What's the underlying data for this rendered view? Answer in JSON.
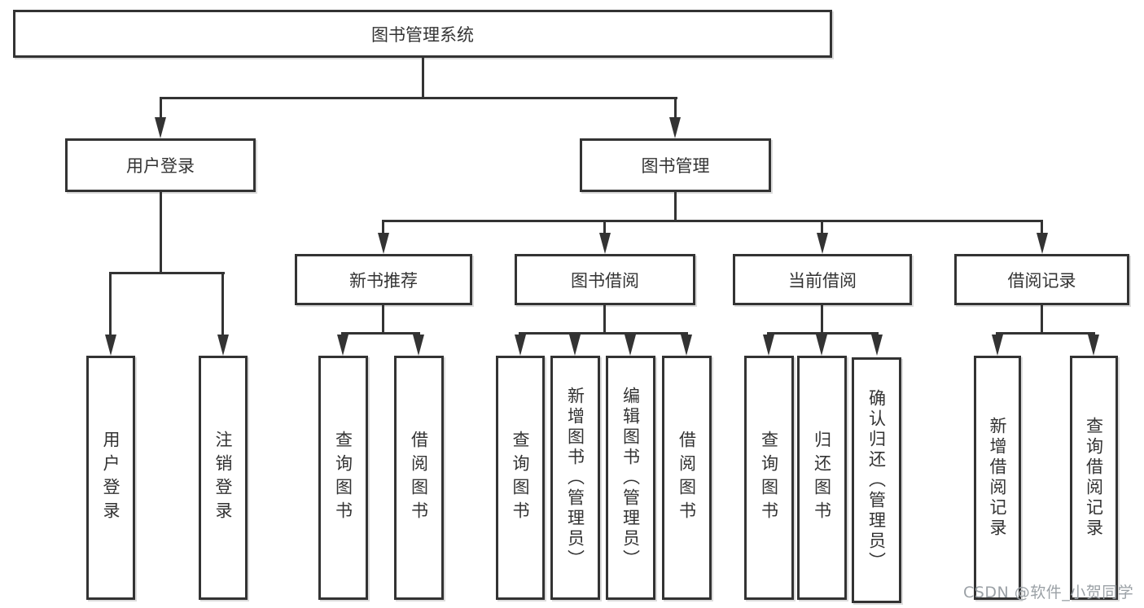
{
  "diagram": {
    "root": {
      "label": "图书管理系统"
    },
    "branches": [
      {
        "label": "用户登录",
        "children": [
          {
            "label": "用户登录"
          },
          {
            "label": "注销登录"
          }
        ]
      },
      {
        "label": "图书管理",
        "groups": [
          {
            "label": "新书推荐",
            "children": [
              {
                "label": "查询图书"
              },
              {
                "label": "借阅图书"
              }
            ]
          },
          {
            "label": "图书借阅",
            "children": [
              {
                "label": "查询图书"
              },
              {
                "label": "新增图书（管理员）"
              },
              {
                "label": "编辑图书（管理员）"
              },
              {
                "label": "借阅图书"
              }
            ]
          },
          {
            "label": "当前借阅",
            "children": [
              {
                "label": "查询图书"
              },
              {
                "label": "归还图书"
              },
              {
                "label": "确认归还（管理员）"
              }
            ]
          },
          {
            "label": "借阅记录",
            "children": [
              {
                "label": "新增借阅记录"
              },
              {
                "label": "查询借阅记录"
              }
            ]
          }
        ]
      }
    ],
    "watermark": "CSDN @软件_小贺同学",
    "colors": {
      "line": "#333333",
      "text": "#333333",
      "watermark_text": "#9ba1a6",
      "background": "#ffffff"
    }
  }
}
